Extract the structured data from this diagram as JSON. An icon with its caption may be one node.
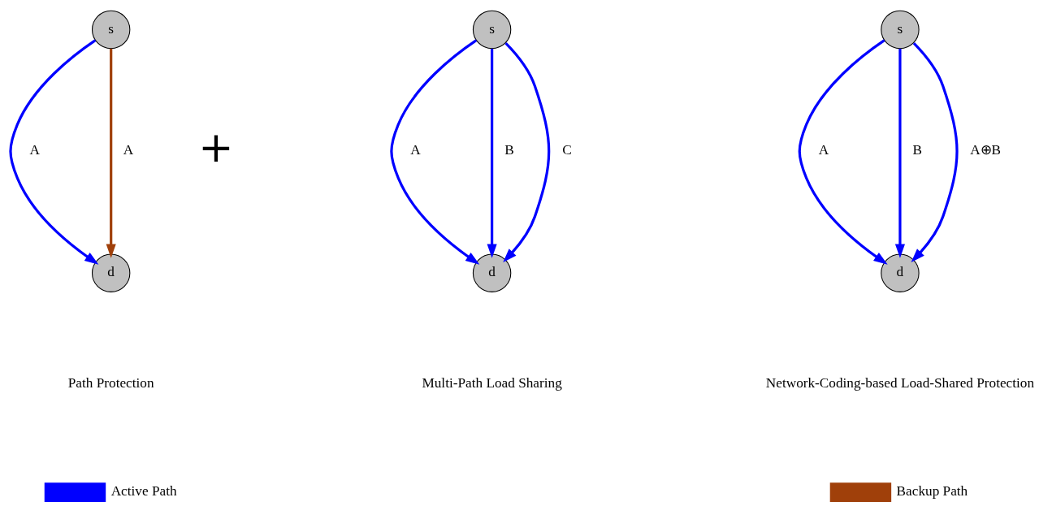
{
  "diagram": {
    "nodes": [
      {
        "text": [
          "s"
        ]
      },
      {
        "text": [
          "d"
        ]
      },
      {
        "text": [
          "s"
        ]
      },
      {
        "text": [
          "d"
        ]
      },
      {
        "text": [
          "s"
        ]
      },
      {
        "text": [
          "d"
        ]
      }
    ],
    "edges": [
      {
        "from": 0,
        "to": 1,
        "arrow": "to",
        "label": "A"
      },
      {
        "from": 0,
        "to": 1,
        "arrow": "to",
        "label": "A",
        "color": "#a0400a"
      },
      {
        "from": 2,
        "to": 3,
        "arrow": "to",
        "label": "A"
      },
      {
        "from": 2,
        "to": 3,
        "arrow": "to",
        "label": "B"
      },
      {
        "from": 2,
        "to": 3,
        "arrow": "to",
        "label": "C"
      },
      {
        "from": 4,
        "to": 5,
        "arrow": "to",
        "label": "A"
      },
      {
        "from": 4,
        "to": 5,
        "arrow": "to",
        "label": "B"
      },
      {
        "from": 4,
        "to": 5,
        "arrow": "to",
        "label": "A⊕B"
      }
    ],
    "labels": [
      "+",
      "Path Protection",
      "Multi-Path Load Sharing",
      "Network-Coding-based Load-Shared Protection"
    ],
    "legend": [
      {
        "text": "Active Path",
        "color": "#0000ff"
      },
      {
        "text": "Backup Path",
        "color": "#a0400a"
      }
    ]
  }
}
